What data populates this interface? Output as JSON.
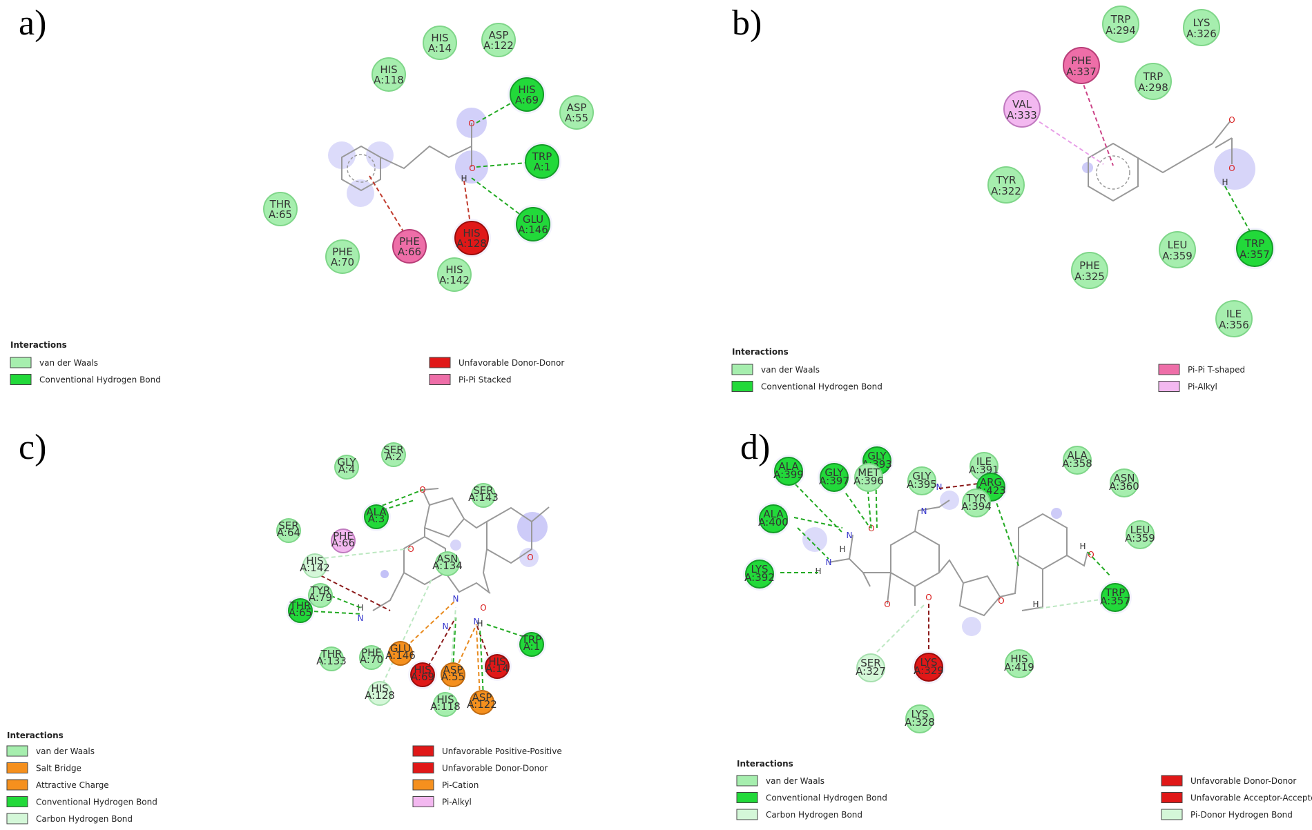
{
  "colors": {
    "van_der_waals": "#a6eeae",
    "conventional_hbond": "#22d93a",
    "carbon_hbond": "#d4f7d8",
    "unfavorable": "#e01818",
    "pi_pi_stacked": "#ee6ea8",
    "pi_pi_t_shaped": "#ee6ea8",
    "pi_alkyl": "#f3b8f0",
    "salt_bridge": "#f5901e",
    "attractive_charge": "#f5901e",
    "pi_cation": "#f5901e",
    "pi_donor_hbond": "#d4f7d8",
    "glow": "#9b97f1",
    "bond": "#999999",
    "oxygen": "#d92020",
    "nitrogen": "#3333cc"
  },
  "panels": [
    {
      "id": "a",
      "label": "a)",
      "legend_title": "Interactions",
      "legend": [
        {
          "label": "van der Waals",
          "type": "van_der_waals"
        },
        {
          "label": "Conventional Hydrogen Bond",
          "type": "conventional_hbond"
        },
        {
          "label": "Unfavorable Donor-Donor",
          "type": "unfavorable"
        },
        {
          "label": "Pi-Pi Stacked",
          "type": "pi_pi_stacked"
        }
      ],
      "residues": [
        {
          "name": "HIS",
          "num": "A:14",
          "type": "van_der_waals"
        },
        {
          "name": "ASP",
          "num": "A:122",
          "type": "van_der_waals"
        },
        {
          "name": "HIS",
          "num": "A:118",
          "type": "van_der_waals"
        },
        {
          "name": "HIS",
          "num": "A:69",
          "type": "conventional_hbond"
        },
        {
          "name": "ASP",
          "num": "A:55",
          "type": "van_der_waals"
        },
        {
          "name": "TRP",
          "num": "A:1",
          "type": "conventional_hbond"
        },
        {
          "name": "THR",
          "num": "A:65",
          "type": "van_der_waals"
        },
        {
          "name": "GLU",
          "num": "A:146",
          "type": "conventional_hbond"
        },
        {
          "name": "HIS",
          "num": "A:128",
          "type": "unfavorable"
        },
        {
          "name": "PHE",
          "num": "A:66",
          "type": "pi_pi_stacked"
        },
        {
          "name": "PHE",
          "num": "A:70",
          "type": "van_der_waals"
        },
        {
          "name": "HIS",
          "num": "A:142",
          "type": "van_der_waals"
        }
      ]
    },
    {
      "id": "b",
      "label": "b)",
      "legend_title": "Interactions",
      "legend": [
        {
          "label": "van der Waals",
          "type": "van_der_waals"
        },
        {
          "label": "Conventional Hydrogen Bond",
          "type": "conventional_hbond"
        },
        {
          "label": "Pi-Pi T-shaped",
          "type": "pi_pi_t_shaped"
        },
        {
          "label": "Pi-Alkyl",
          "type": "pi_alkyl"
        }
      ],
      "residues": [
        {
          "name": "TRP",
          "num": "A:294",
          "type": "van_der_waals"
        },
        {
          "name": "LYS",
          "num": "A:326",
          "type": "van_der_waals"
        },
        {
          "name": "PHE",
          "num": "A:337",
          "type": "pi_pi_t_shaped"
        },
        {
          "name": "TRP",
          "num": "A:298",
          "type": "van_der_waals"
        },
        {
          "name": "VAL",
          "num": "A:333",
          "type": "pi_alkyl"
        },
        {
          "name": "TYR",
          "num": "A:322",
          "type": "van_der_waals"
        },
        {
          "name": "LEU",
          "num": "A:359",
          "type": "van_der_waals"
        },
        {
          "name": "TRP",
          "num": "A:357",
          "type": "conventional_hbond"
        },
        {
          "name": "PHE",
          "num": "A:325",
          "type": "van_der_waals"
        },
        {
          "name": "ILE",
          "num": "A:356",
          "type": "van_der_waals"
        }
      ]
    },
    {
      "id": "c",
      "label": "c)",
      "legend_title": "Interactions",
      "legend": [
        {
          "label": "van der Waals",
          "type": "van_der_waals"
        },
        {
          "label": "Salt Bridge",
          "type": "salt_bridge"
        },
        {
          "label": "Attractive Charge",
          "type": "attractive_charge"
        },
        {
          "label": "Conventional Hydrogen Bond",
          "type": "conventional_hbond"
        },
        {
          "label": "Carbon Hydrogen Bond",
          "type": "carbon_hbond"
        },
        {
          "label": "Unfavorable Positive-Positive",
          "type": "unfavorable"
        },
        {
          "label": "Unfavorable Donor-Donor",
          "type": "unfavorable"
        },
        {
          "label": "Pi-Cation",
          "type": "pi_cation"
        },
        {
          "label": "Pi-Alkyl",
          "type": "pi_alkyl"
        }
      ],
      "residues": [
        {
          "name": "GLY",
          "num": "A:4",
          "type": "van_der_waals"
        },
        {
          "name": "SER",
          "num": "A:2",
          "type": "van_der_waals"
        },
        {
          "name": "SER",
          "num": "A:143",
          "type": "van_der_waals"
        },
        {
          "name": "SER",
          "num": "A:64",
          "type": "van_der_waals"
        },
        {
          "name": "ALA",
          "num": "A:3",
          "type": "conventional_hbond"
        },
        {
          "name": "PHE",
          "num": "A:66",
          "type": "pi_alkyl"
        },
        {
          "name": "HIS",
          "num": "A:142",
          "type": "carbon_hbond"
        },
        {
          "name": "ASN",
          "num": "A:134",
          "type": "van_der_waals"
        },
        {
          "name": "TYR",
          "num": "A:79",
          "type": "van_der_waals"
        },
        {
          "name": "THR",
          "num": "A:65",
          "type": "conventional_hbond"
        },
        {
          "name": "TRP",
          "num": "A:1",
          "type": "conventional_hbond"
        },
        {
          "name": "THR",
          "num": "A:133",
          "type": "van_der_waals"
        },
        {
          "name": "PHE",
          "num": "A:70",
          "type": "van_der_waals"
        },
        {
          "name": "GLU",
          "num": "A:146",
          "type": "salt_bridge"
        },
        {
          "name": "HIS",
          "num": "A:69",
          "type": "unfavorable"
        },
        {
          "name": "ASP",
          "num": "A:55",
          "type": "salt_bridge"
        },
        {
          "name": "HIS",
          "num": "A:14",
          "type": "unfavorable"
        },
        {
          "name": "HIS",
          "num": "A:128",
          "type": "carbon_hbond"
        },
        {
          "name": "HIS",
          "num": "A:118",
          "type": "van_der_waals"
        },
        {
          "name": "ASP",
          "num": "A:122",
          "type": "salt_bridge"
        }
      ]
    },
    {
      "id": "d",
      "label": "d)",
      "legend_title": "Interactions",
      "legend": [
        {
          "label": "van der Waals",
          "type": "van_der_waals"
        },
        {
          "label": "Conventional Hydrogen Bond",
          "type": "conventional_hbond"
        },
        {
          "label": "Carbon Hydrogen Bond",
          "type": "carbon_hbond"
        },
        {
          "label": "Unfavorable Donor-Donor",
          "type": "unfavorable"
        },
        {
          "label": "Unfavorable Acceptor-Acceptor",
          "type": "unfavorable"
        },
        {
          "label": "Pi-Donor Hydrogen Bond",
          "type": "pi_donor_hbond"
        }
      ],
      "residues": [
        {
          "name": "ALA",
          "num": "A:399",
          "type": "conventional_hbond"
        },
        {
          "name": "GLY",
          "num": "A:397",
          "type": "conventional_hbond"
        },
        {
          "name": "GLY",
          "num": "A:393",
          "type": "conventional_hbond"
        },
        {
          "name": "MET",
          "num": "A:396",
          "type": "van_der_waals"
        },
        {
          "name": "GLY",
          "num": "A:395",
          "type": "van_der_waals"
        },
        {
          "name": "ILE",
          "num": "A:391",
          "type": "van_der_waals"
        },
        {
          "name": "ARG",
          "num": "A:423",
          "type": "conventional_hbond"
        },
        {
          "name": "TYR",
          "num": "A:394",
          "type": "van_der_waals"
        },
        {
          "name": "ALA",
          "num": "A:358",
          "type": "van_der_waals"
        },
        {
          "name": "ASN",
          "num": "A:360",
          "type": "van_der_waals"
        },
        {
          "name": "ALA",
          "num": "A:400",
          "type": "conventional_hbond"
        },
        {
          "name": "LEU",
          "num": "A:359",
          "type": "van_der_waals"
        },
        {
          "name": "LYS",
          "num": "A:392",
          "type": "conventional_hbond"
        },
        {
          "name": "TRP",
          "num": "A:357",
          "type": "conventional_hbond"
        },
        {
          "name": "SER",
          "num": "A:327",
          "type": "carbon_hbond"
        },
        {
          "name": "LYS",
          "num": "A:329",
          "type": "unfavorable"
        },
        {
          "name": "HIS",
          "num": "A:419",
          "type": "van_der_waals"
        },
        {
          "name": "LYS",
          "num": "A:328",
          "type": "van_der_waals"
        }
      ]
    }
  ]
}
